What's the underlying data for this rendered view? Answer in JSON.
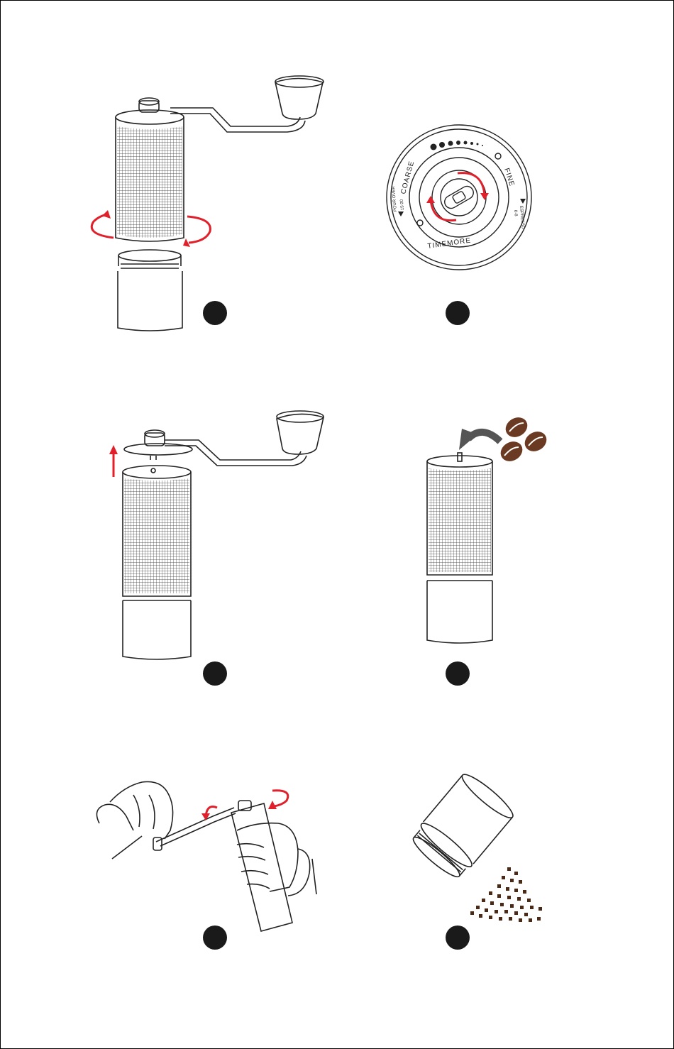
{
  "colors": {
    "line": "#222222",
    "arrow_red": "#e0212b",
    "badge": "#1a1a1a",
    "bean": "#6b3a22",
    "ground": "#4a2a17",
    "arrow_gray": "#555555"
  },
  "steps": [
    {
      "id": "1",
      "illustration": "grinder-unscrew-icon"
    },
    {
      "id": "2",
      "illustration": "grind-dial-adjust-icon"
    },
    {
      "id": "3",
      "illustration": "grinder-remove-handle-icon"
    },
    {
      "id": "4",
      "illustration": "add-coffee-beans-icon"
    },
    {
      "id": "5",
      "illustration": "hand-grinding-icon"
    },
    {
      "id": "6",
      "illustration": "pour-grounds-icon"
    }
  ],
  "dial": {
    "coarse_label": "COARSE",
    "fine_label": "FINE",
    "brand_label": "TIMEMORE",
    "left_small_1": "POUR OVER",
    "left_small_2": "15-20",
    "right_small_1": "ESPRESSO",
    "right_small_2": "0-8"
  }
}
